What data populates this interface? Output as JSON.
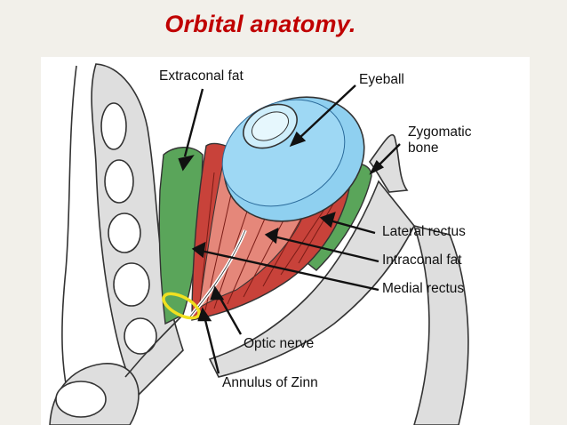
{
  "title": "Orbital anatomy.",
  "labels": {
    "extraconal_fat": "Extraconal fat",
    "eyeball": "Eyeball",
    "zygomatic_bone_1": "Zygomatic",
    "zygomatic_bone_2": "bone",
    "lateral_rectus": "Lateral rectus",
    "intraconal_fat": "Intraconal fat",
    "medial_rectus": "Medial rectus",
    "optic_nerve": "Optic nerve",
    "annulus_of_zinn": "Annulus of Zinn"
  },
  "colors": {
    "background": "#f2f0ea",
    "title": "#c00000",
    "fat": "#5aa55a",
    "muscle": "#c8423a",
    "muscle_light": "#e5877a",
    "eyeball": "#8fd0f0",
    "bone": "#dcdcdc",
    "annulus_ring": "#f0e020"
  }
}
